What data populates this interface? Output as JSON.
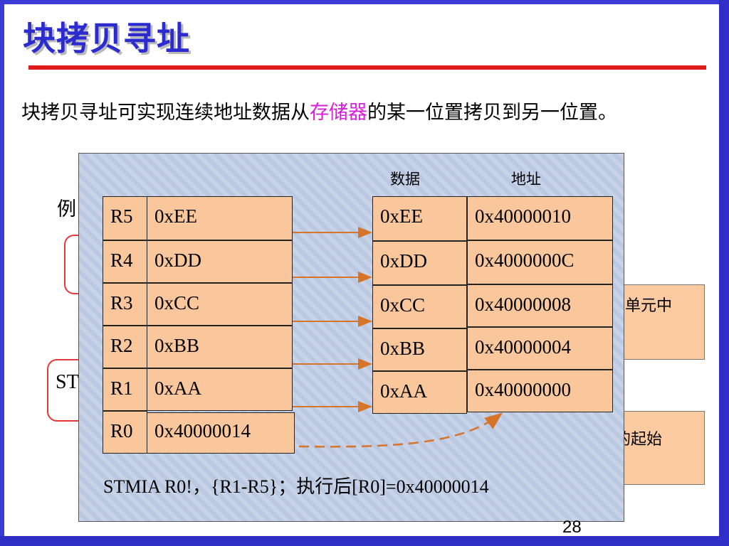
{
  "slide": {
    "title": "块拷贝寻址",
    "intro_part1": "块拷贝寻址可实现连续地址数据从",
    "intro_highlight": "存储器",
    "intro_part2": "的某一位置拷贝到另一位置。",
    "example_label": "例",
    "behind_st_text": "ST",
    "behind_text_1": "单元中",
    "behind_text_2": "的起始",
    "page_number": "28",
    "colors": {
      "title": "#2b2bd0",
      "rule": "#e01b1b",
      "highlight": "#d61fd6",
      "cell": "#f9c79b",
      "arrow": "#d6742a"
    }
  },
  "diagram": {
    "header_data": "数据",
    "header_address": "地址",
    "registers": [
      {
        "name": "R5",
        "value": "0xEE"
      },
      {
        "name": "R4",
        "value": "0xDD"
      },
      {
        "name": "R3",
        "value": "0xCC"
      },
      {
        "name": "R2",
        "value": "0xBB"
      },
      {
        "name": "R1",
        "value": "0xAA"
      },
      {
        "name": "R0",
        "value": "0x40000014"
      }
    ],
    "memory": [
      {
        "data": "0xEE",
        "address": "0x40000010"
      },
      {
        "data": "0xDD",
        "address": "0x4000000C"
      },
      {
        "data": "0xCC",
        "address": "0x40000008"
      },
      {
        "data": "0xBB",
        "address": "0x40000004"
      },
      {
        "data": "0xAA",
        "address": "0x40000000"
      }
    ],
    "caption": "STMIA  R0!，{R1-R5}；执行后[R0]=0x40000014"
  }
}
